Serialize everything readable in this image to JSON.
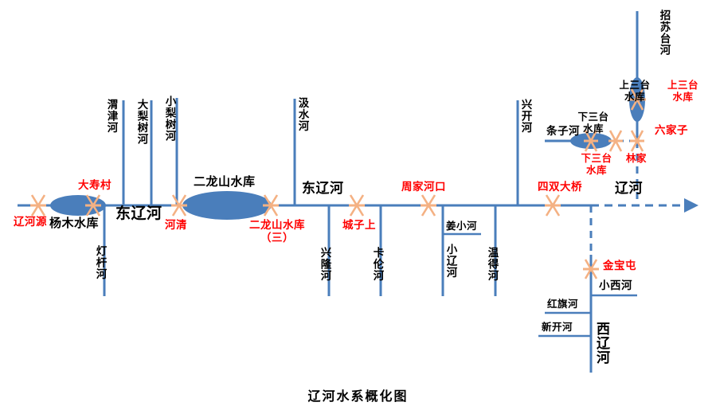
{
  "title": "辽河水系概化图",
  "colors": {
    "river_line": "#4a7ebb",
    "reservoir_fill": "#4a7ebb",
    "gauge_marker": "#f4b183",
    "label_black": "#000000",
    "label_red": "#ff0000",
    "background": "#ffffff"
  },
  "main_rivers": [
    {
      "name": "东辽河",
      "label": "东辽河"
    },
    {
      "name": "东辽河-middle",
      "label": "东辽河"
    },
    {
      "name": "辽河",
      "label": "辽河"
    },
    {
      "name": "西辽河",
      "label": "西辽河"
    }
  ],
  "reservoirs": [
    {
      "id": "yangmu",
      "label": "杨木水库",
      "color": "black"
    },
    {
      "id": "erlongshan",
      "label": "二龙山水库",
      "color": "black"
    },
    {
      "id": "xiasantai",
      "label": "下三台\n水库",
      "color": "black"
    },
    {
      "id": "shangsantai",
      "label": "上三台\n水库",
      "color": "black"
    }
  ],
  "gauge_stations": [
    {
      "id": "liaoheyuan",
      "label": "辽河源"
    },
    {
      "id": "dashoucun",
      "label": "大寿村"
    },
    {
      "id": "heqing",
      "label": "河清"
    },
    {
      "id": "erlongshan3",
      "label": "二龙山水库\n（三）"
    },
    {
      "id": "chengzishang",
      "label": "城子上"
    },
    {
      "id": "zhoujiahekou",
      "label": "周家河口"
    },
    {
      "id": "sishuangdaqiao",
      "label": "四双大桥"
    },
    {
      "id": "xiasantai_sk",
      "label": "下三台\n水库"
    },
    {
      "id": "linjia",
      "label": "林家"
    },
    {
      "id": "liujiazi",
      "label": "六家子"
    },
    {
      "id": "shangsantai_sk",
      "label": "上三台\n水库"
    },
    {
      "id": "jinbaotun",
      "label": "金宝屯"
    }
  ],
  "tributaries_top": [
    {
      "id": "weijinhe",
      "label": "渭津河"
    },
    {
      "id": "dalishuhe",
      "label": "大梨树河"
    },
    {
      "id": "xiaolishuhe",
      "label": "小梨树河"
    },
    {
      "id": "jishuihe",
      "label": "汲水河"
    },
    {
      "id": "xingkaihe",
      "label": "兴开河"
    },
    {
      "id": "zhaosutaihe",
      "label": "招苏台河"
    }
  ],
  "tributaries_bottom": [
    {
      "id": "denggangerhe",
      "label": "灯杆河"
    },
    {
      "id": "xinglonghe",
      "label": "兴隆河"
    },
    {
      "id": "kalunhe",
      "label": "卡伦河"
    },
    {
      "id": "xiaoliaohe",
      "label": "小辽河"
    },
    {
      "id": "wendehe",
      "label": "温得河"
    }
  ],
  "branch_labels": [
    {
      "id": "tiaozihe",
      "label": "条子河"
    },
    {
      "id": "jiangxiaohe",
      "label": "姜小河"
    },
    {
      "id": "xiaoxihe",
      "label": "小西河"
    },
    {
      "id": "hongqihe",
      "label": "红旗河"
    },
    {
      "id": "xinkaihe",
      "label": "新开河"
    }
  ],
  "labels": {
    "liaoheyuan": "辽河源",
    "yangmu_shuiku": "杨木水库",
    "dashoucun": "大寿村",
    "dongliaohe_1": "东辽河",
    "weijinhe": "渭津河",
    "dalishuhe": "大梨树河",
    "xiaolishuhe": "小梨树河",
    "denggangerhe": "灯杆河",
    "heqing": "河清",
    "erlongshan_shuiku": "二龙山水库",
    "erlongshan_san": "二龙山水库\n（三）",
    "jishuihe": "汲水河",
    "dongliaohe_2": "东辽河",
    "xinglonghe": "兴隆河",
    "chengzishang": "城子上",
    "kalunhe": "卡伦河",
    "zhoujiahekou": "周家河口",
    "jiangxiaohe": "姜小河",
    "xiaoliaohe": "小辽河",
    "wendehe": "温得河",
    "xingkaihe": "兴开河",
    "sishuangdaqiao": "四双大桥",
    "liaohe": "辽河",
    "tiaozihe": "条子河",
    "xiasantai_shuiku_black": "上三台\n水库",
    "xiasantai_top_black": "下三台\n水库",
    "xiasantai_red": "下三台\n水库",
    "shangsantai_red": "上三台\n水库",
    "linjia": "林家",
    "liujiazi": "六家子",
    "zhaosutaihe": "招苏台河",
    "jinbaotun": "金宝屯",
    "xiaoxihe": "小西河",
    "hongqihe": "红旗河",
    "xinkaihe": "新开河",
    "xiliaohe": "西辽河"
  }
}
